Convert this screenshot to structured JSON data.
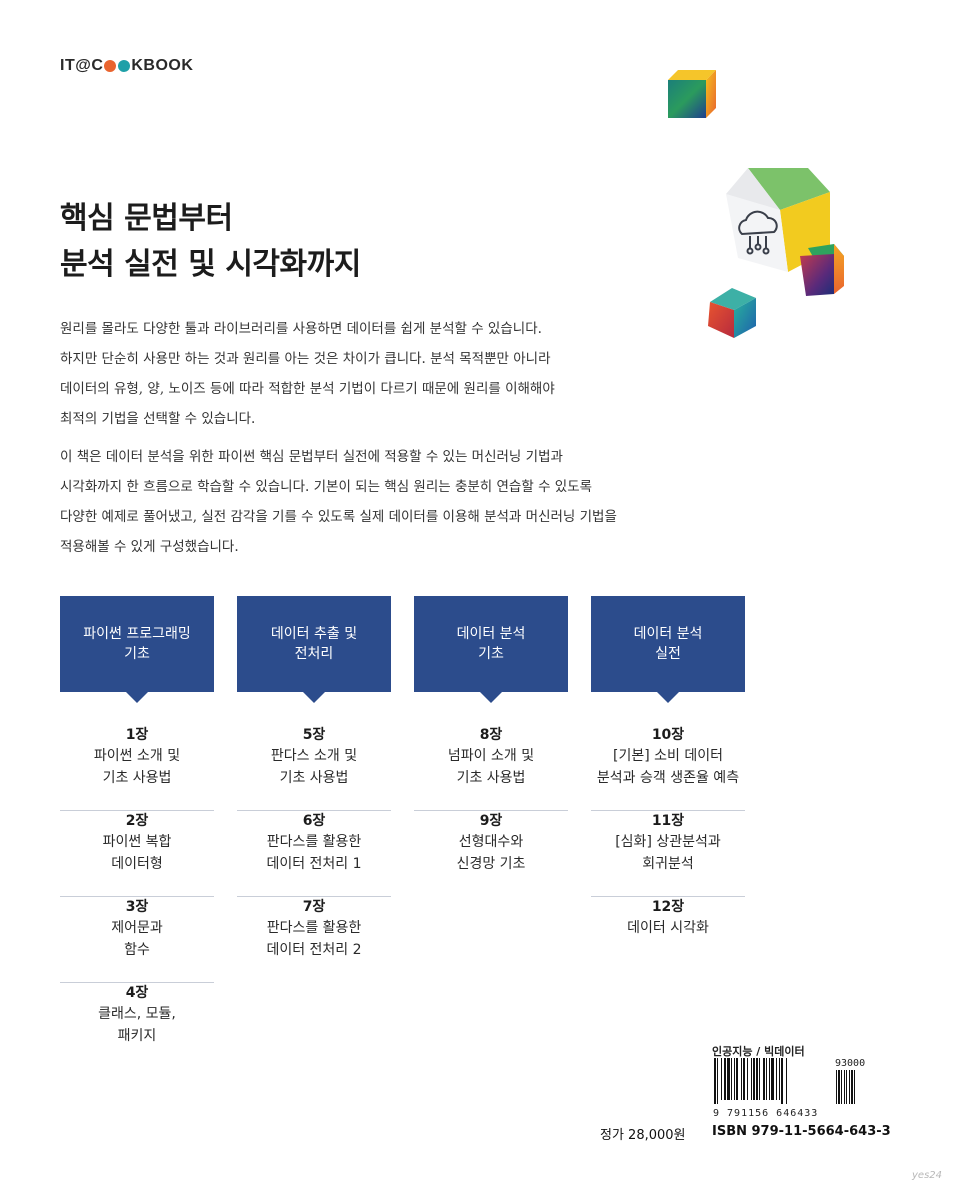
{
  "brand": {
    "logo_pre": "IT@C",
    "logo_post": "KBOOK"
  },
  "headline": {
    "line1": "핵심 문법부터",
    "line2": "분석 실전 및 시각화까지"
  },
  "description": [
    "원리를 몰라도 다양한 툴과 라이브러리를 사용하면 데이터를 쉽게 분석할 수 있습니다.\n하지만 단순히 사용만 하는 것과 원리를 아는 것은 차이가 큽니다. 분석 목적뿐만 아니라\n데이터의 유형, 양, 노이즈 등에 따라 적합한 분석 기법이 다르기 때문에 원리를 이해해야\n최적의 기법을 선택할 수 있습니다.",
    "이 책은 데이터 분석을 위한 파이썬 핵심 문법부터 실전에 적용할 수 있는 머신러닝 기법과\n시각화까지 한 흐름으로 학습할 수 있습니다. 기본이 되는 핵심 원리는 충분히 연습할 수 있도록\n다양한 예제로 풀어냈고, 실전 감각을 기를 수 있도록 실제 데이터를 이용해 분석과 머신러닝 기법을\n적용해볼 수 있게 구성했습니다."
  ],
  "columns": [
    {
      "title": "파이썬 프로그래밍\n기초",
      "chapters": [
        {
          "num": "1장",
          "title": "파이썬 소개 및\n기초 사용법"
        },
        {
          "num": "2장",
          "title": "파이썬 복합\n데이터형"
        },
        {
          "num": "3장",
          "title": "제어문과\n함수"
        },
        {
          "num": "4장",
          "title": "클래스, 모듈,\n패키지"
        }
      ]
    },
    {
      "title": "데이터 추출 및\n전처리",
      "chapters": [
        {
          "num": "5장",
          "title": "판다스 소개 및\n기초 사용법"
        },
        {
          "num": "6장",
          "title": "판다스를 활용한\n데이터 전처리 1"
        },
        {
          "num": "7장",
          "title": "판다스를 활용한\n데이터 전처리 2"
        }
      ]
    },
    {
      "title": "데이터 분석\n기초",
      "chapters": [
        {
          "num": "8장",
          "title": "넘파이 소개 및\n기초 사용법"
        },
        {
          "num": "9장",
          "title": "선형대수와\n신경망 기초"
        }
      ]
    },
    {
      "title": "데이터 분석\n실전",
      "chapters": [
        {
          "num": "10장",
          "title": "[기본] 소비 데이터\n분석과 승객 생존율 예측"
        },
        {
          "num": "11장",
          "title": "[심화] 상관분석과\n회귀분석"
        },
        {
          "num": "12장",
          "title": "데이터 시각화"
        }
      ]
    }
  ],
  "back": {
    "category": "인공지능 / 빅데이터",
    "addon_code": "93000",
    "barcode_digits": "9 791156 646433",
    "isbn": "ISBN 979-11-5664-643-3",
    "price": "정가 28,000원"
  },
  "watermark": "yes24",
  "colors": {
    "column_header": "#2c4c8c",
    "divider": "#c9ced8",
    "logo_dot_1": "#e9642f",
    "logo_dot_2": "#1fa0a8"
  }
}
